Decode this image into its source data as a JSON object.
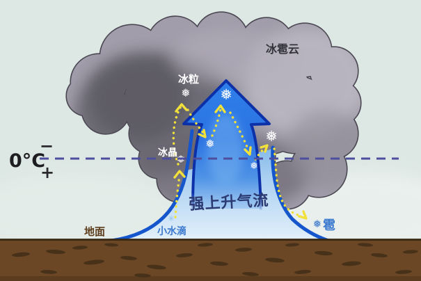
{
  "diagram": {
    "topic_label": "冰雹云",
    "labels": {
      "hail_cloud": "冰雹云",
      "ice_pellets": "冰粒",
      "ice_crystals": "冰晶",
      "strong_updraft": "强上升气流",
      "ground": "地面",
      "small_droplets": "小水滴",
      "hail": "雹",
      "zero_celsius": "0°C",
      "minus_sign": "−",
      "plus_sign": "+"
    },
    "glyphs": {
      "snowflake": "❅",
      "droplet_sparkle": "✳"
    },
    "colors": {
      "background": "#dde7e3",
      "cloud_fill": "#a19daa",
      "cloud_shadow": "#5f5c66",
      "cloud_highlight": "#bcb9c4",
      "cloud_outline": "#4a4752",
      "updraft_light_blue": "#cfe6f8",
      "updraft_edge_blue": "#1656cc",
      "arrow_blue": "#2e7ae6",
      "arrow_outline_navy": "#0c30a8",
      "freeze_line_navy": "#4d4f9e",
      "path_yellow": "#f2e13a",
      "ground_brown": "#6b4726",
      "ground_speckle": "#452f18",
      "label_blue": "#3b79cf",
      "label_navy": "#2c3a72",
      "label_brown": "#5d3d1c",
      "label_dark": "#33333b",
      "label_white": "#ffffff"
    }
  }
}
